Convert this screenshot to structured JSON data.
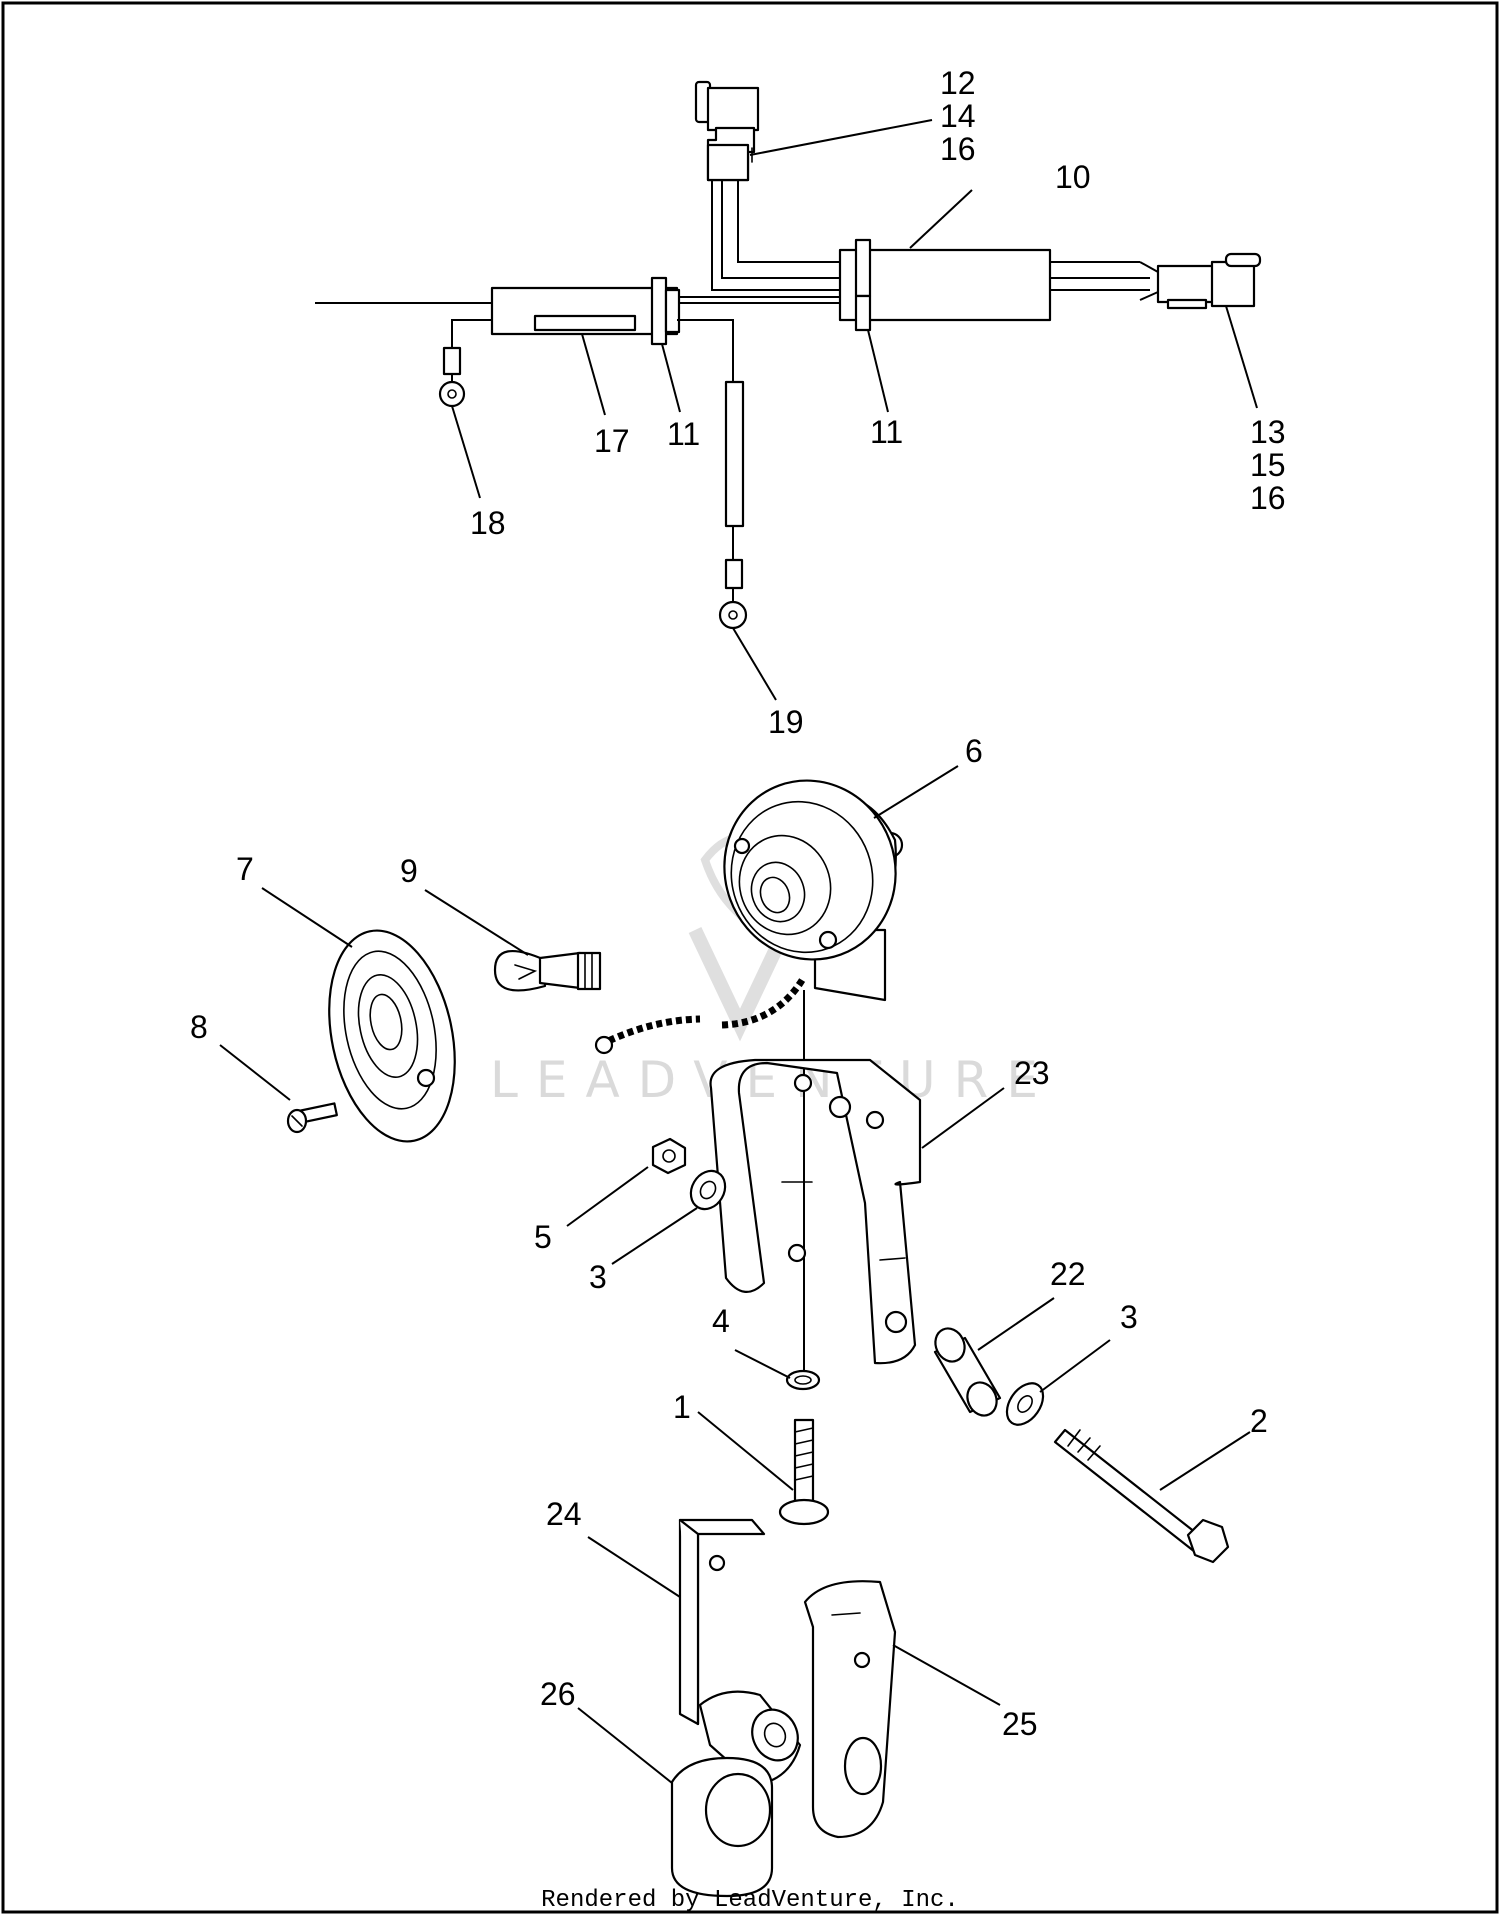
{
  "diagram": {
    "labels": {
      "l12": "12",
      "l14": "14",
      "l16a": "16",
      "l10": "10",
      "l11a": "11",
      "l11b": "11",
      "l17": "17",
      "l13": "13",
      "l15": "15",
      "l16b": "16",
      "l18": "18",
      "l19": "19",
      "l6": "6",
      "l7": "7",
      "l9": "9",
      "l8": "8",
      "l23": "23",
      "l5": "5",
      "l3a": "3",
      "l22": "22",
      "l3b": "3",
      "l4": "4",
      "l1": "1",
      "l2": "2",
      "l24": "24",
      "l25": "25",
      "l26": "26"
    },
    "watermark": "LEADVENTURE",
    "footer": "Rendered by LeadVenture, Inc."
  }
}
